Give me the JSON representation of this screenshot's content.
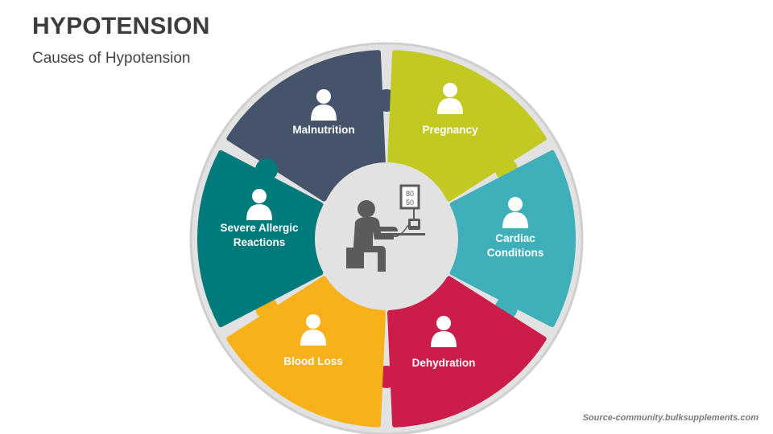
{
  "header": {
    "title": "HYPOTENSION",
    "subtitle": "Causes of Hypotension"
  },
  "wheel": {
    "ring_color": "#e2e2e2",
    "ring_border": "#cfcfcf",
    "hub_color": "#e6e6e6",
    "center_icon": "blood-pressure-measurement-icon",
    "monitor_reading": {
      "systolic": "80",
      "diastolic": "50"
    },
    "segments": [
      {
        "label": "Malnutrition",
        "lines": [
          "Malnutrition"
        ],
        "color": "#45546a",
        "icon": "malnutrition-body-food-icon"
      },
      {
        "label": "Pregnancy",
        "lines": [
          "Pregnancy"
        ],
        "color": "#c2c923",
        "icon": "pregnancy-belly-icon"
      },
      {
        "label": "Cardiac Conditions",
        "lines": [
          "Cardiac",
          "Conditions"
        ],
        "color": "#3fafba",
        "icon": "heart-attack-person-icon"
      },
      {
        "label": "Dehydration",
        "lines": [
          "Dehydration"
        ],
        "color": "#cc1c4a",
        "icon": "dehydration-person-drop-icon"
      },
      {
        "label": "Blood Loss",
        "lines": [
          "Blood Loss"
        ],
        "color": "#f6b11b",
        "icon": "bleeding-hand-icon"
      },
      {
        "label": "Severe Allergic Reactions",
        "lines": [
          "Severe Allergic",
          "Reactions"
        ],
        "color": "#007a7a",
        "icon": "allergic-face-icon"
      }
    ]
  },
  "footer": {
    "source": "Source-community.bulksupplements.com"
  }
}
